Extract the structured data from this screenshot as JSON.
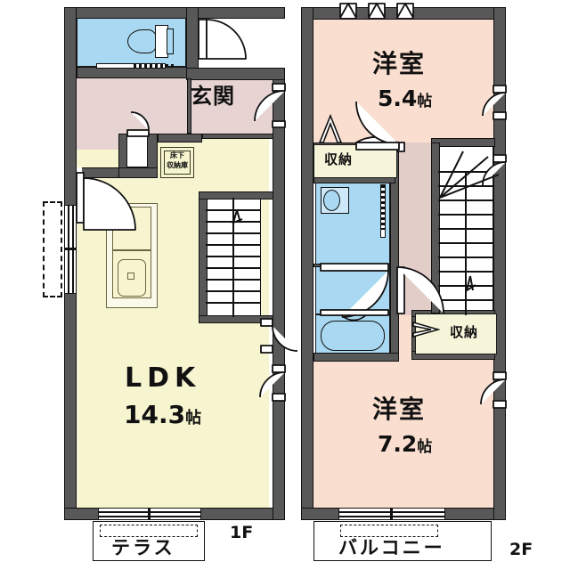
{
  "document": {
    "type": "japanese-floor-plan",
    "title": "間取り図"
  },
  "floors": [
    {
      "id": "1F",
      "badge": "1F",
      "rooms": [
        {
          "name": "LDK",
          "label": "LDK",
          "area": "14.3",
          "unit": "帖"
        },
        {
          "name": "玄関",
          "label": "玄関"
        }
      ],
      "annotations": [
        {
          "name": "床下収納庫",
          "line1": "床下",
          "line2": "収納庫"
        }
      ],
      "outdoor": [
        {
          "name": "テラス",
          "label": "テラス"
        }
      ]
    },
    {
      "id": "2F",
      "badge": "2F",
      "rooms": [
        {
          "name": "洋室",
          "label": "洋室",
          "area": "5.4",
          "unit": "帖"
        },
        {
          "name": "洋室",
          "label": "洋室",
          "area": "7.2",
          "unit": "帖"
        }
      ],
      "annotations": [
        {
          "name": "収納",
          "label": "収納"
        },
        {
          "name": "収納",
          "label": "収納"
        }
      ],
      "outdoor": [
        {
          "name": "バルコニー",
          "label": "バルコニー"
        }
      ]
    }
  ],
  "labels": {
    "ldk": "LDK",
    "ldk_area": "14.3",
    "tatami": "帖",
    "genkan": "玄関",
    "yoshitsu_1": "洋室",
    "yoshitsu_1_area": "5.4",
    "yoshitsu_2": "洋室",
    "yoshitsu_2_area": "7.2",
    "storage_upper": "収納",
    "storage_lower": "収納",
    "underfloor_line1": "床下",
    "underfloor_line2": "収納庫",
    "terrace": "テラス",
    "balcony": "バルコニー",
    "floor1_badge": "1F",
    "floor2_badge": "2F"
  },
  "colors": {
    "wall": "#585858",
    "wall_outline": "#111111",
    "ldk_fill": "#f7f5cf",
    "hall_fill": "#e7d4d2",
    "bedroom_fill": "#fadfd0",
    "water_fill": "#a9d8f2",
    "storage_fill": "#f7f5d9",
    "background": "#ffffff"
  }
}
